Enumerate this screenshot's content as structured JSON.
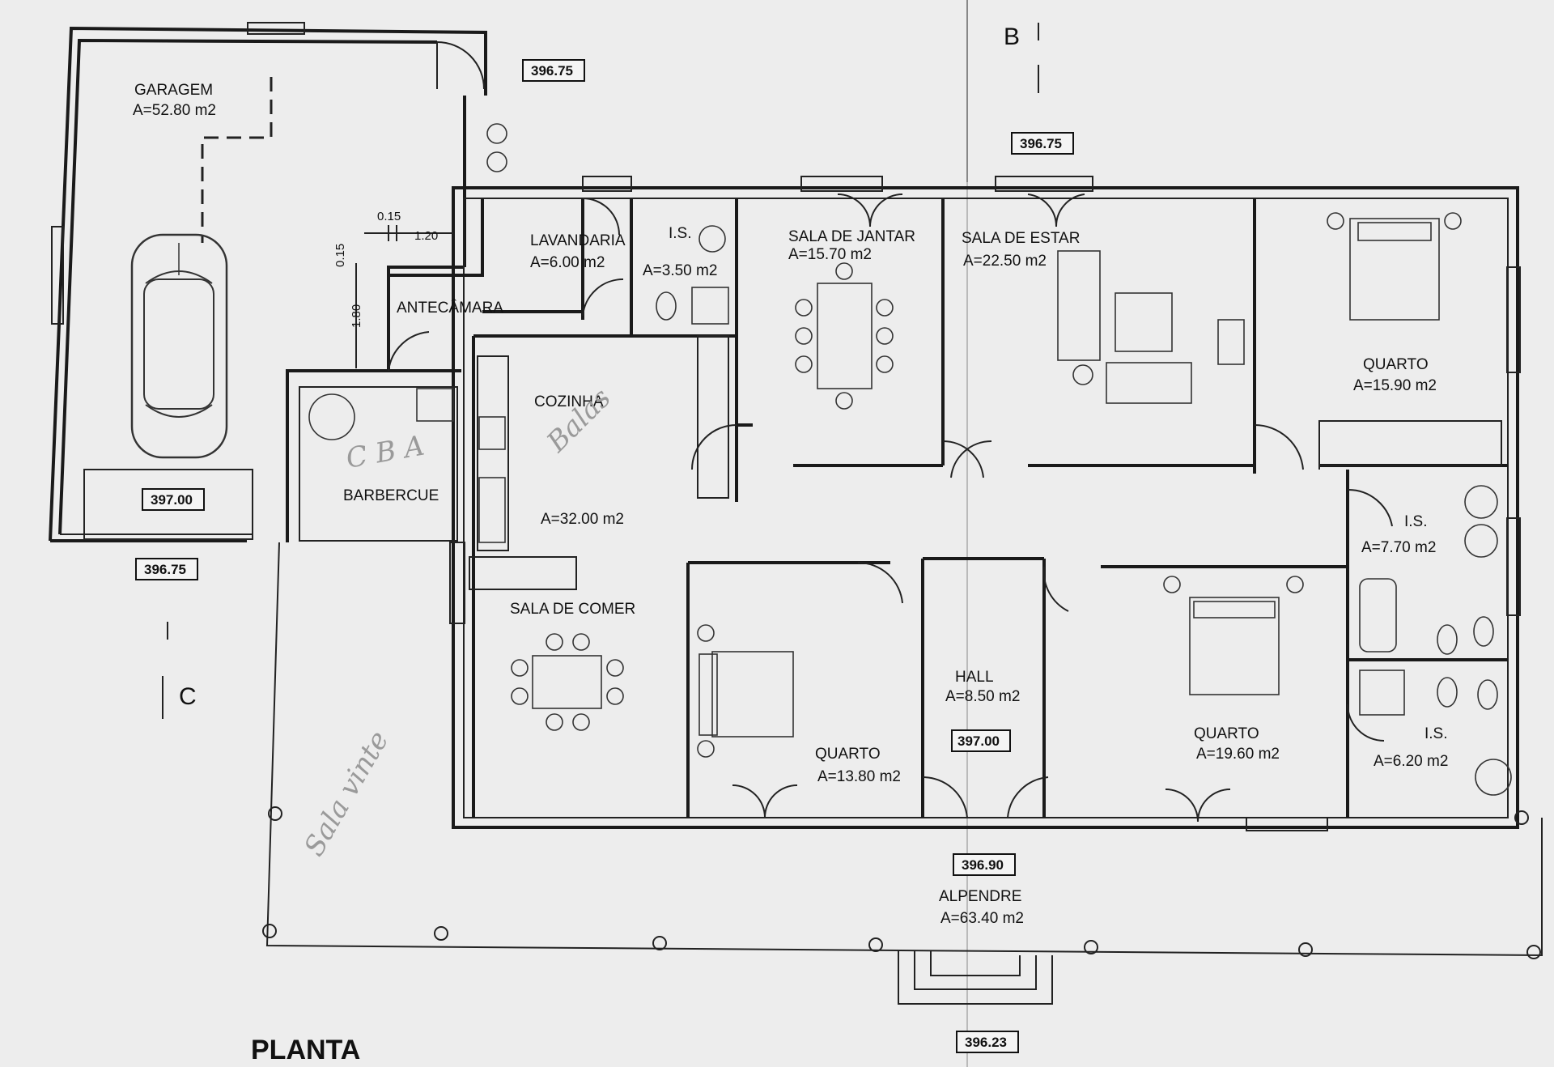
{
  "rooms": {
    "garagem": {
      "name": "GARAGEM",
      "area": "A=52.80 m2"
    },
    "lavandaria": {
      "name": "LAVANDARIA",
      "area": "A=6.00 m2"
    },
    "is_small": {
      "name": "I.S.",
      "area": "A=3.50 m2"
    },
    "antecamara": {
      "name": "ANTECÂMARA"
    },
    "sala_jantar": {
      "name": "SALA DE JANTAR",
      "area": "A=15.70 m2"
    },
    "sala_estar": {
      "name": "SALA DE ESTAR",
      "area": "A=22.50 m2"
    },
    "quarto_1": {
      "name": "QUARTO",
      "area": "A=15.90 m2"
    },
    "cozinha": {
      "name": "COZINHA",
      "area": "A=32.00 m2"
    },
    "barbecue": {
      "name": "BARBERCUE"
    },
    "sala_comer": {
      "name": "SALA DE COMER"
    },
    "is_2": {
      "name": "I.S.",
      "area": "A=7.70 m2"
    },
    "is_3": {
      "name": "I.S.",
      "area": "A=6.20 m2"
    },
    "quarto_2": {
      "name": "QUARTO",
      "area": "A=13.80 m2"
    },
    "hall": {
      "name": "HALL",
      "area": "A=8.50 m2"
    },
    "quarto_3": {
      "name": "QUARTO",
      "area": "A=19.60 m2"
    },
    "alpendre": {
      "name": "ALPENDRE",
      "area": "A=63.40 m2"
    }
  },
  "elevations": {
    "e1": "396.75",
    "e2": "396.75",
    "e3": "397.00",
    "e4": "396.75",
    "e5": "397.00",
    "e6": "396.90",
    "e7": "396.23"
  },
  "dimensions": {
    "d1": "0.15",
    "d2": "1.20",
    "d3": "0.15",
    "d4": "1.80"
  },
  "sections": {
    "b": "B",
    "c": "C"
  },
  "title": "PLANTA",
  "handwriting": [
    "C B A",
    "Balas",
    "Sala vinte"
  ]
}
